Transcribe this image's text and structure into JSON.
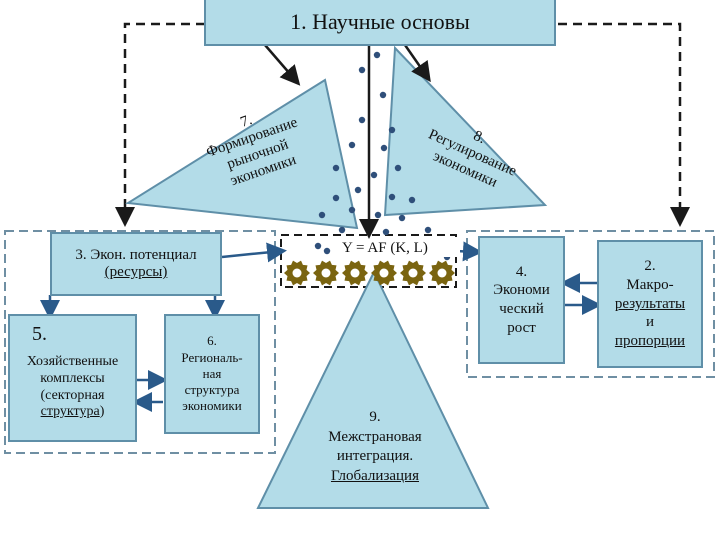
{
  "blocks": {
    "b1": {
      "title": "1. Научные основы"
    },
    "b7": {
      "lines": [
        "7.",
        "Формирование",
        "рыночной",
        "экономики"
      ]
    },
    "b8": {
      "lines": [
        "8.",
        "Регулирование",
        "экономики"
      ]
    },
    "b3": {
      "line1": "3. Экон. потенциал",
      "line2": "(ресурсы)"
    },
    "b5": {
      "num": "5.",
      "lines": [
        "Хозяйственные",
        "комплексы",
        "(секторная"
      ],
      "underlined": "структура",
      "tail": ")"
    },
    "b6": {
      "lines": [
        "6.",
        "Региональ-",
        "ная",
        "структура",
        "экономики"
      ]
    },
    "formula": "Y = AF (K, L)",
    "b4": {
      "lines": [
        "4.",
        "Экономи",
        "ческий",
        "рост"
      ]
    },
    "b2": {
      "lines": [
        "2.",
        "Макро-"
      ],
      "underlined": "результаты",
      "and": "и",
      "underlined2": "пропорции"
    },
    "b9": {
      "lines": [
        "9.",
        "Межстрановая",
        "интеграция."
      ],
      "underlined": "Глобализация"
    }
  },
  "colors": {
    "fill": "#b3dce8",
    "border": "#5f8fa8",
    "gear": "#7a6410",
    "dot": "#2f4f7a",
    "dash": "#1a1a1a"
  }
}
